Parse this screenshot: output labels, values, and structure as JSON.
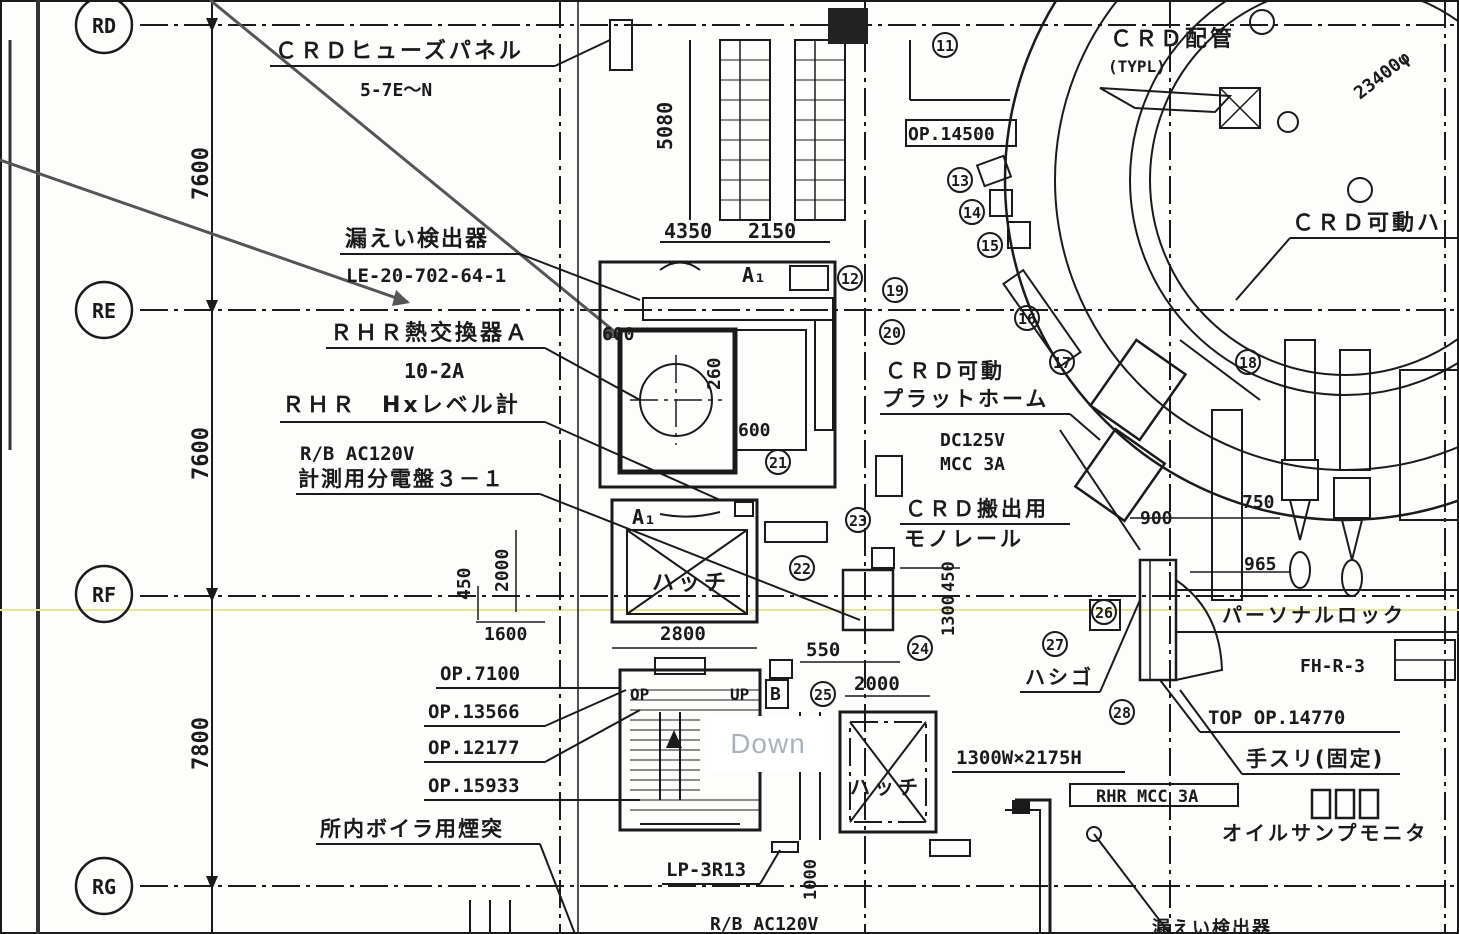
{
  "grid": {
    "rows": [
      "RD",
      "RE",
      "RF",
      "RG"
    ],
    "spacings": [
      "7600",
      "7600",
      "7800"
    ]
  },
  "labels": {
    "crd_fuse_panel": "ＣＲＤヒューズパネル",
    "crd_fuse_loc": "5-7E～N",
    "crd_piping": "ＣＲＤ配管",
    "typl": "(TYPL)",
    "diameter": "23400φ",
    "op14500": "OP.14500",
    "dim5080": "5080",
    "dim4350": "4350",
    "dim2150": "2150",
    "crd_move": "ＣＲＤ可動ハ",
    "leak_detector": "漏えい検出器",
    "le_tag": "LE-20-702-64-1",
    "a1_top": "A₁",
    "rhr_hx": "ＲＨＲ熱交換器Ａ",
    "hx_tag": "10-2A",
    "rhr_level": "ＲＨＲ　Hxレベル計",
    "rb_ac": "R/B AC120V",
    "panel": "計測用分電盤３－１",
    "dim600a": "600",
    "dim260": "260",
    "dim600b": "600",
    "crd_platform_1": "ＣＲＤ可動",
    "crd_platform_2": "プラットホーム",
    "dc125": "DC125V",
    "mcc3a": "MCC 3A",
    "crd_rail_1": "ＣＲＤ搬出用",
    "crd_rail_2": "モノレール",
    "dim900": "900",
    "dim750": "750",
    "dim965": "965",
    "personnel_lock": "パーソナルロック",
    "a1_mid": "A₁",
    "dim450": "450",
    "dim2000a": "2000",
    "hatch1": "ハッチ",
    "dim1600": "1600",
    "dim2800": "2800",
    "dim550": "550",
    "dim1300": "1300",
    "dim450b": "450",
    "ladder": "ハシゴ",
    "fhr3": "FH-R-3",
    "op7100": "OP.7100",
    "op13566": "OP.13566",
    "op12177": "OP.12177",
    "op15933": "OP.15933",
    "dim2000b": "2000",
    "top_op": "TOP OP.14770",
    "handrail": "手スリ(固定)",
    "size_w": "1300W×2175H",
    "hatch2": "ハッチ",
    "rhr_mcc": "RHR MCC 3A",
    "oil_sump": "オイルサンプモニタ",
    "boiler": "所内ボイラ用煙突",
    "lp": "LP-3R13",
    "dim1000": "1000",
    "rb_ac_bottom": "R/B AC120V",
    "leak_bottom": "漏えい検出器",
    "op_a": "OP",
    "op_b": "UP",
    "b": "B"
  },
  "callouts": [
    "11",
    "12",
    "13",
    "14",
    "15",
    "16",
    "17",
    "18",
    "19",
    "20",
    "21",
    "22",
    "23",
    "24",
    "25",
    "26",
    "27",
    "28"
  ],
  "overlay": {
    "down": "Down"
  }
}
